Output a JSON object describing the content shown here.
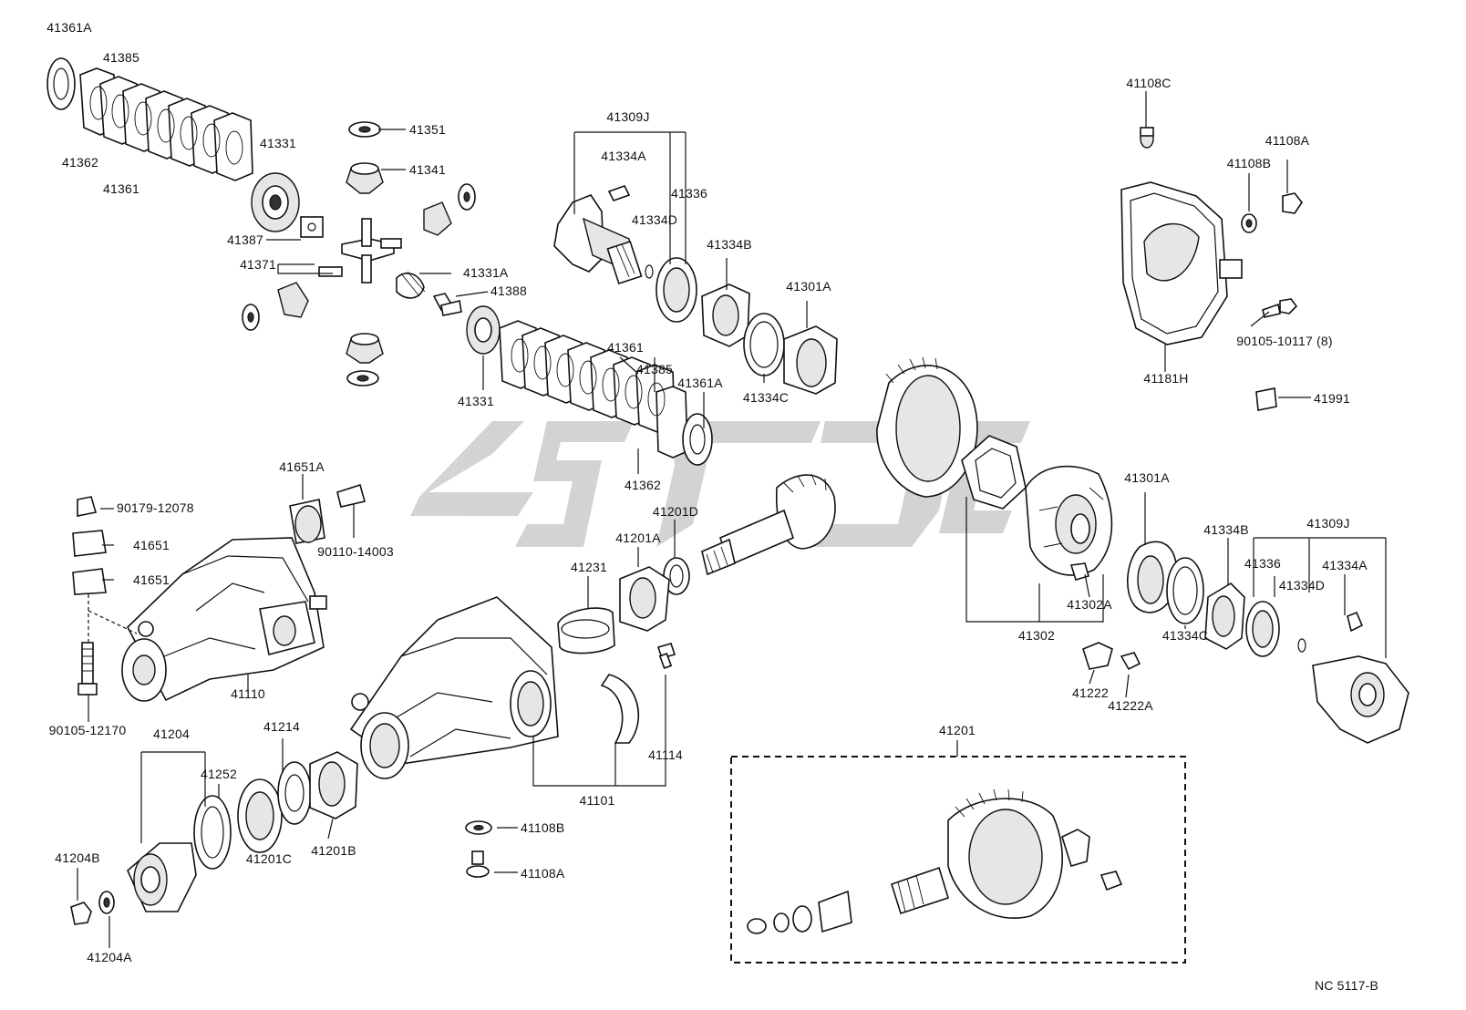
{
  "diagram": {
    "code": "NC  5117-B",
    "labels": [
      "41361A",
      "41385",
      "41362",
      "41361",
      "41331",
      "41351",
      "41341",
      "41387",
      "41371",
      "41331A",
      "41388",
      "41331",
      "41361",
      "41385",
      "41361A",
      "41362",
      "41309J",
      "41334A",
      "41336",
      "41334D",
      "41334B",
      "41301A",
      "41334C",
      "41108C",
      "41108A",
      "41108B",
      "90105-10117 (8)",
      "41181H",
      "41991",
      "41651A",
      "90179-12078",
      "41651",
      "41651",
      "90110-14003",
      "41110",
      "90105-12170",
      "41201D",
      "41201A",
      "41231",
      "41301A",
      "41334B",
      "41309J",
      "41336",
      "41334A",
      "41334D",
      "41302A",
      "41302",
      "41334C",
      "41222",
      "41222A",
      "41204",
      "41252",
      "41214",
      "41201C",
      "41201B",
      "41204B",
      "41204A",
      "41101",
      "41114",
      "41108B",
      "41108A",
      "41201"
    ]
  }
}
